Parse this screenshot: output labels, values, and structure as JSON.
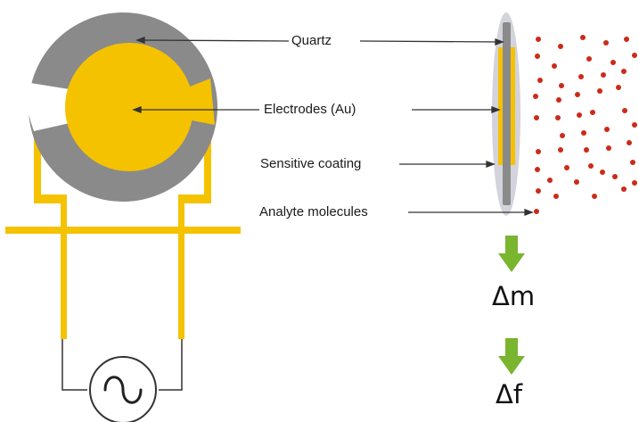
{
  "labels": {
    "quartz": "Quartz",
    "electrodes": "Electrodes (Au)",
    "coating": "Sensitive coating",
    "analyte": "Analyte molecules"
  },
  "symbols": {
    "delta_m": "Δm",
    "delta_f": "Δf"
  },
  "icons": {
    "ac_source": "ac-sine-icon",
    "flow_arrow": "down-arrow-icon"
  },
  "colors": {
    "quartz": "#8a8a8a",
    "electrode": "#f5c200",
    "coating": "#d3d3dc",
    "molecule": "#cc2a1a",
    "arrow": "#7ab52f",
    "wire": "#333333"
  }
}
